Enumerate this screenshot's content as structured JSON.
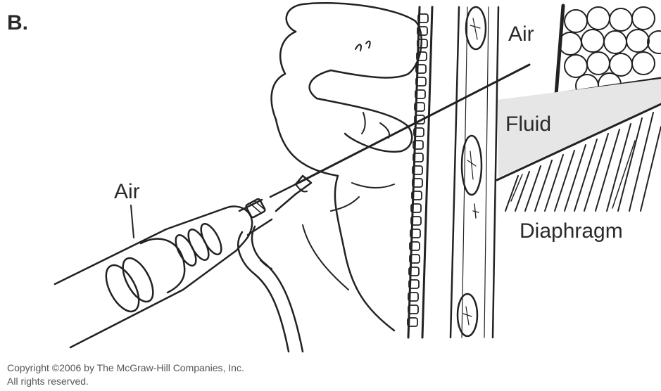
{
  "panel_label": "B.",
  "labels": {
    "air_top": "Air",
    "fluid": "Fluid",
    "air_left": "Air",
    "diaphragm": "Diaphragm"
  },
  "copyright": {
    "line1": "Copyright ©2006 by The McGraw-Hill Companies, Inc.",
    "line2": "All rights reserved."
  },
  "colors": {
    "ink": "#222222",
    "fluid_fill": "#e6e6e6",
    "background": "#ffffff"
  }
}
